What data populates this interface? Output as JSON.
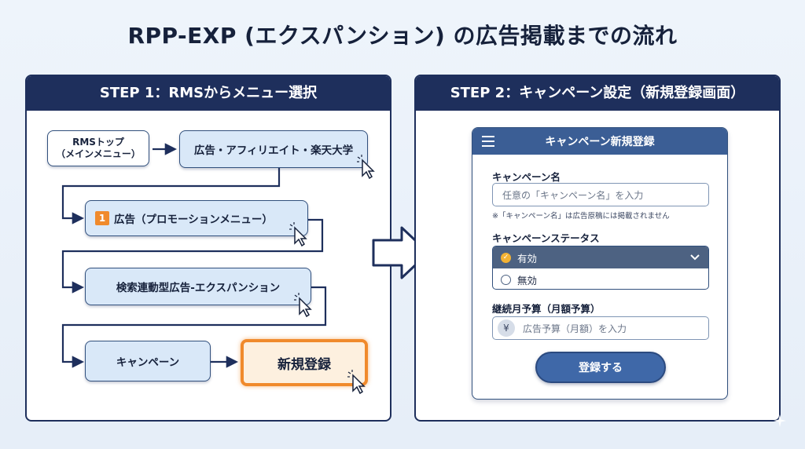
{
  "title": "RPP-EXP (エクスパンション) の広告掲載までの流れ",
  "step1": {
    "header": "STEP 1：RMSからメニュー選択",
    "nodes": {
      "rms_top_line1": "RMSトップ",
      "rms_top_line2": "（メインメニュー）",
      "ads_affiliate": "広告・アフィリエイト・楽天大学",
      "promo_badge": "1",
      "promo_menu": "広告（プロモーションメニュー）",
      "search_ad": "検索連動型広告-エクスパンション",
      "campaign": "キャンペーン",
      "new_register": "新規登録"
    }
  },
  "step2": {
    "header": "STEP 2：キャンペーン設定（新規登録画面）",
    "form": {
      "title": "キャンペーン新規登録",
      "name_label": "キャンペーン名",
      "name_placeholder": "任意の「キャンペーン名」を入力",
      "name_note": "※「キャンペーン名」は広告原稿には掲載されません",
      "status_label": "キャンペーンステータス",
      "status_options": [
        "有効",
        "無効"
      ],
      "status_selected": "有効",
      "budget_label": "継続月予算（月額予算）",
      "budget_currency": "¥",
      "budget_placeholder": "広告予算（月額）を入力",
      "submit": "登録する"
    }
  },
  "colors": {
    "navy": "#1e2f5c",
    "node_fill": "#d9e8f8",
    "accent_orange": "#f08a2c",
    "form_header": "#3b5e95",
    "button": "#3f68a8"
  }
}
